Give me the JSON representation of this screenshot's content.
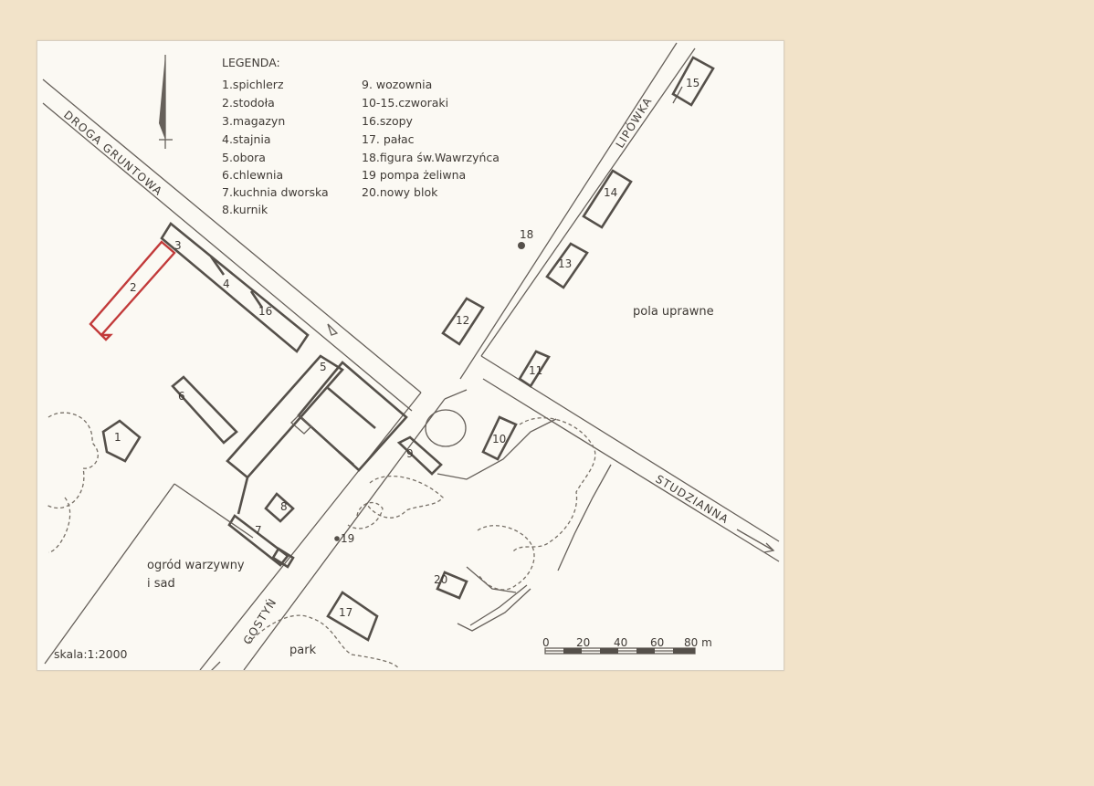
{
  "legend": {
    "title": "LEGENDA:",
    "col1": [
      "1.spichlerz",
      "2.stodoła",
      "3.magazyn",
      "4.stajnia",
      "5.obora",
      "6.chlewnia",
      "7.kuchnia dworska",
      "8.kurnik"
    ],
    "col2": [
      "9. wozownia",
      "10-15.czworaki",
      "16.szopy",
      "17. pałac",
      "18.figura św.Wawrzyńca",
      "19 pompa żeliwna",
      "20.nowy blok"
    ]
  },
  "roads": {
    "droga_gruntowa": "DROGA GRUNTOWA",
    "lipowka": "LIPÓWKA",
    "studzianna": "STUDZIANNA",
    "gostyn": "GOSTYŃ"
  },
  "areas": {
    "pola": "pola uprawne",
    "ogrod_line1": "ogród warzywny",
    "ogrod_line2": "i sad",
    "park": "park"
  },
  "scale_text": "skala:1:2000",
  "scale_bar": {
    "ticks": [
      "0",
      "20",
      "40",
      "60",
      "80 m"
    ]
  },
  "buildings": {
    "b1": "1",
    "b2": "2",
    "b3": "3",
    "b4": "4",
    "b5": "5",
    "b6": "6",
    "b7": "7",
    "b8": "8",
    "b9": "9",
    "b10": "10",
    "b11": "11",
    "b12": "12",
    "b13": "13",
    "b14": "14",
    "b15": "15",
    "b16": "16",
    "b17": "17",
    "b18": "18",
    "b19": "19",
    "b20": "20"
  },
  "colors": {
    "paper": "#fbf9f3",
    "backing": "#f2e3c9",
    "ink": "#55504a",
    "highlight": "#c23a3a"
  }
}
